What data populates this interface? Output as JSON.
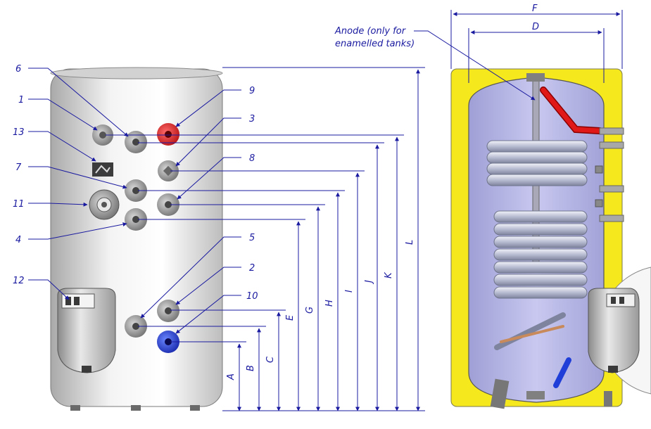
{
  "callouts": [
    {
      "id": "6",
      "label": "6"
    },
    {
      "id": "1",
      "label": "1"
    },
    {
      "id": "13",
      "label": "13"
    },
    {
      "id": "7",
      "label": "7"
    },
    {
      "id": "11",
      "label": "11"
    },
    {
      "id": "4",
      "label": "4"
    },
    {
      "id": "12",
      "label": "12"
    },
    {
      "id": "9",
      "label": "9"
    },
    {
      "id": "3",
      "label": "3"
    },
    {
      "id": "8",
      "label": "8"
    },
    {
      "id": "5",
      "label": "5"
    },
    {
      "id": "2",
      "label": "2"
    },
    {
      "id": "10",
      "label": "10"
    }
  ],
  "dimensions": {
    "A": "A",
    "B": "B",
    "C": "C",
    "E": "E",
    "G": "G",
    "H": "H",
    "I": "I",
    "J": "J",
    "K": "K",
    "L": "L",
    "F": "F",
    "D": "D"
  },
  "anode_note": {
    "line1": "Anode (only for",
    "line2": "enamelled tanks)"
  },
  "colors": {
    "line": "#1a1aa0",
    "tank_body": "#e4e4e4",
    "insulation": "#f5e81c",
    "inner_tank": "#b4b4e6",
    "coil": "#c9cde0",
    "hot_port": "#e01818",
    "cold_port": "#1f3fd8",
    "port_grey": "#9a9a9a"
  },
  "icons": [
    "thermostat-box-icon",
    "pressure-gauge-icon",
    "control-panel-icon"
  ]
}
